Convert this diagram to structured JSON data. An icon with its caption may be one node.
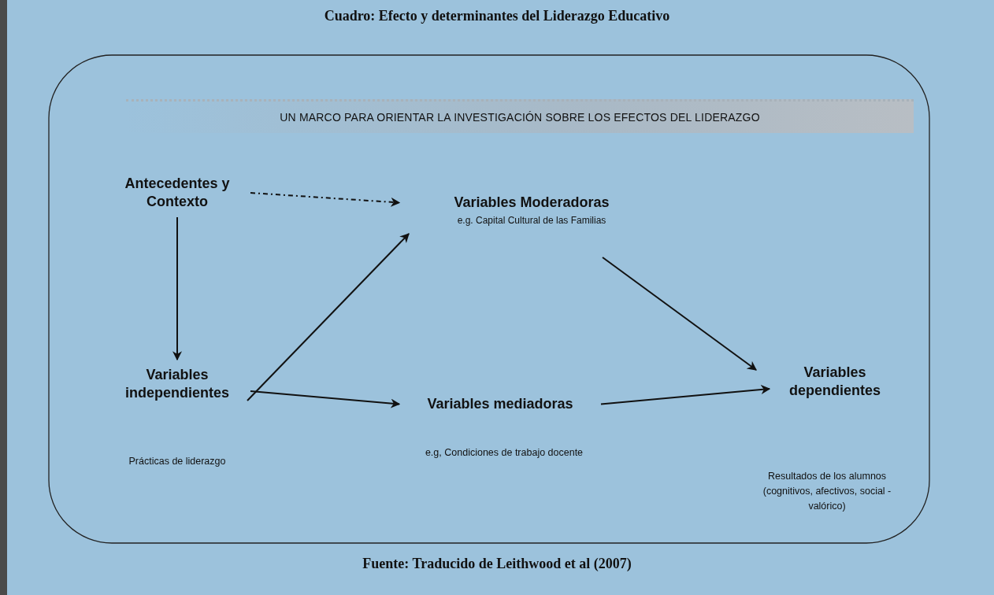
{
  "diagram": {
    "title": "Cuadro: Efecto y determinantes del Liderazgo Educativo",
    "caption": "Fuente: Traducido de Leithwood et al (2007)",
    "nodes": [
      {
        "text": [
          "UN MARCO PARA ORIENTAR LA INVESTIGACIÓN SOBRE LOS EFECTOS DEL LIDERAZGO"
        ]
      },
      {
        "text": [
          "Antecedentes y Contexto"
        ]
      },
      {
        "text": [
          "Variables Moderadoras",
          "e.g. Capital Cultural de las Familias"
        ]
      },
      {
        "text": [
          "Variables independientes"
        ]
      },
      {
        "text": [
          "Variables mediadoras"
        ]
      },
      {
        "text": [
          "Variables dependientes"
        ]
      }
    ],
    "labels": [
      "Prácticas de liderazgo",
      "e.g, Condiciones de trabajo docente",
      "Resultados de los alumnos (cognitivos, afectivos, social -valórico)"
    ],
    "edges": [
      {
        "from": 1,
        "to": 2,
        "arrow": "to",
        "style": "dashed"
      },
      {
        "from": 1,
        "to": 3,
        "arrow": "to"
      },
      {
        "from": 3,
        "to": 2,
        "arrow": "to"
      },
      {
        "from": 3,
        "to": 4,
        "arrow": "to"
      },
      {
        "from": 4,
        "to": 5,
        "arrow": "to"
      },
      {
        "from": 2,
        "to": 5,
        "arrow": "to"
      }
    ]
  }
}
